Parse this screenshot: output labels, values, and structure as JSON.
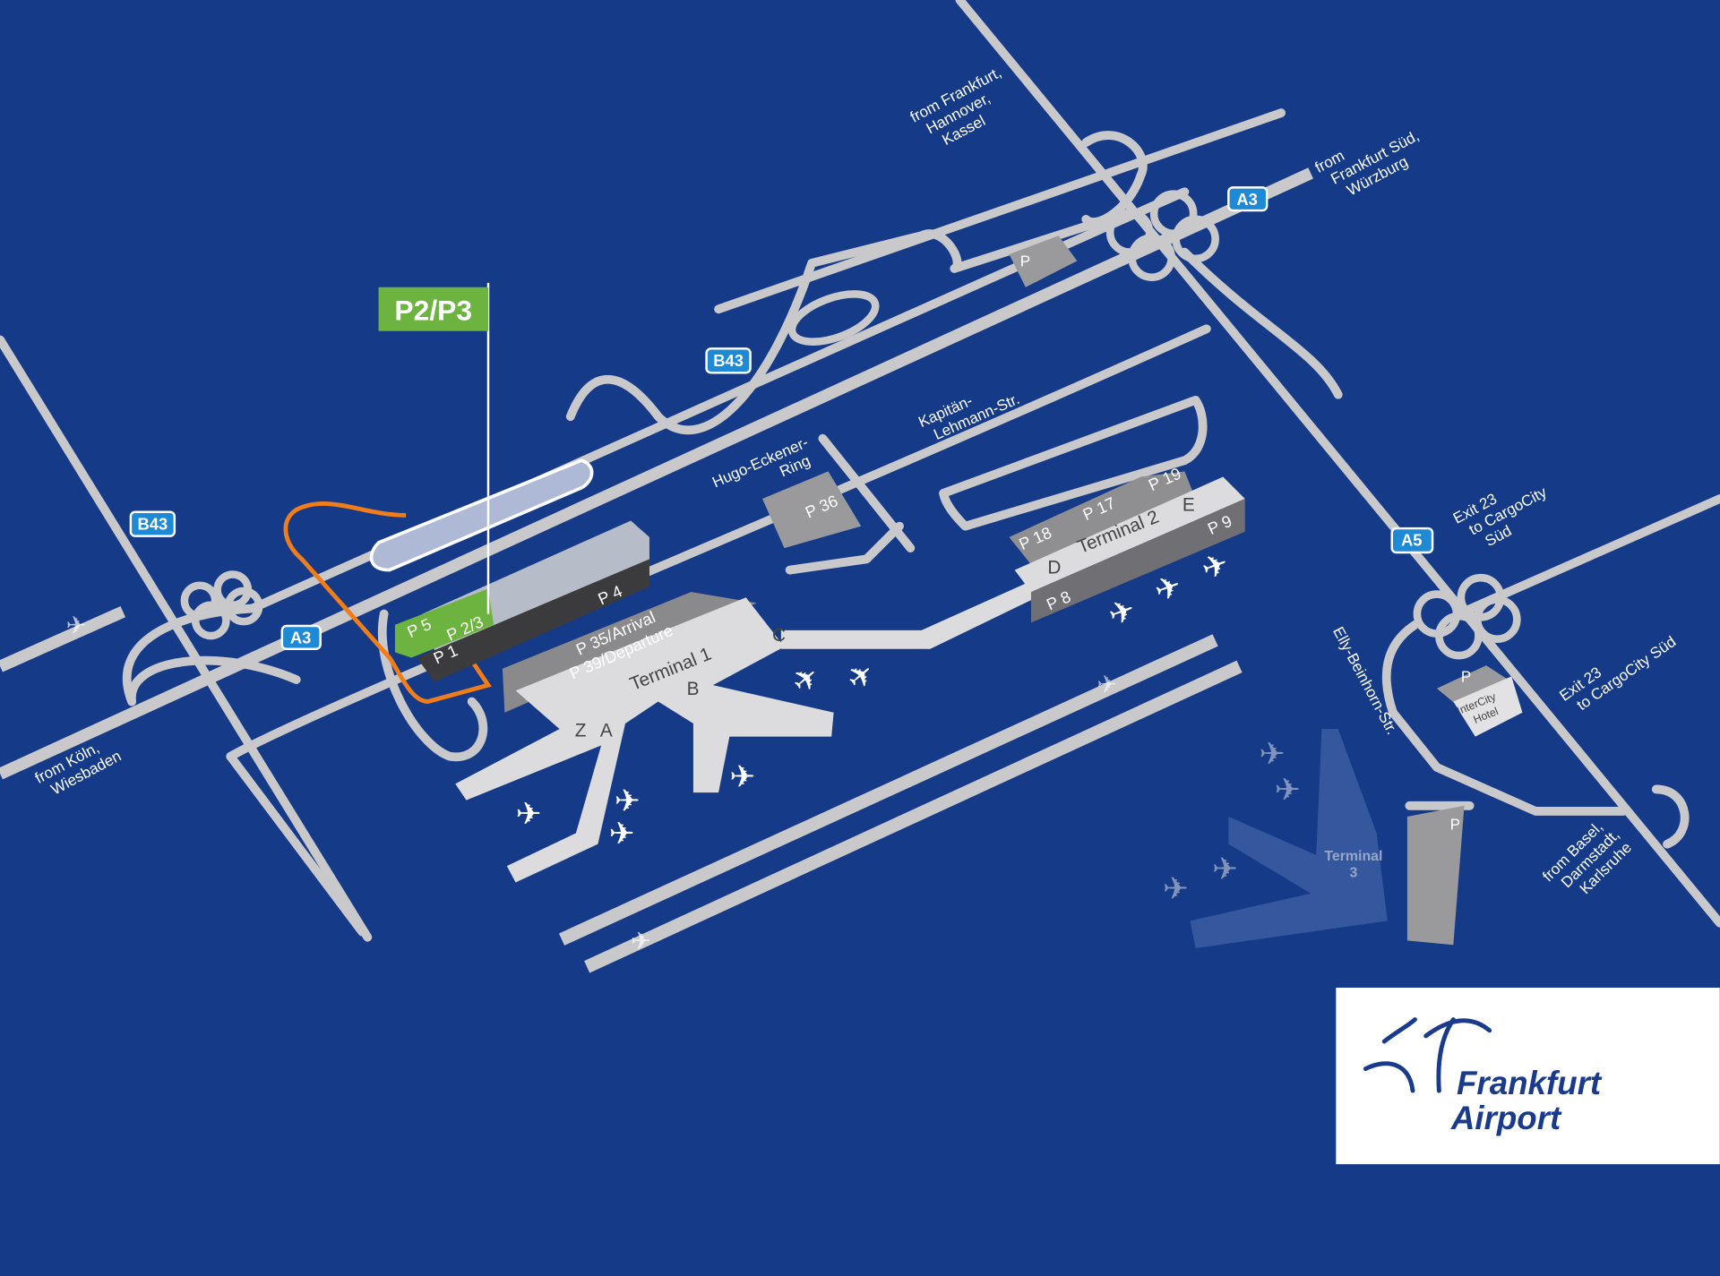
{
  "colors": {
    "background": "#153a88",
    "road": "#c9c9cc",
    "highlight": "#6db33f",
    "route": "#f07d1a",
    "sign": "#1e8ad6",
    "logo": "#1a3b8c"
  },
  "callout": {
    "label": "P2/P3"
  },
  "signs": {
    "a3_left": "A3",
    "a3_right": "A3",
    "b43_left": "B43",
    "b43_mid": "B43",
    "a5": "A5"
  },
  "directions": {
    "north": [
      "from Frankfurt,",
      "Hannover,",
      "Kassel"
    ],
    "east": [
      "from",
      "Frankfurt Süd,",
      "Würzburg"
    ],
    "west": [
      "from Köln,",
      "Wiesbaden"
    ],
    "south": [
      "from Basel,",
      "Darmstadt,",
      "Karlsruhe"
    ],
    "exit_a": [
      "Exit 23",
      "to CargoCity",
      "Süd"
    ],
    "exit_b": [
      "Exit 23",
      "to CargoCity Süd"
    ]
  },
  "streets": {
    "kapitaen": [
      "Kapitän-",
      "Lehmann-Str."
    ],
    "hugo": [
      "Hugo-Eckener-",
      "Ring"
    ],
    "elly": "Elly-Beinhorn-Str."
  },
  "parking": {
    "p1": "P 1",
    "p23": "P 2/3",
    "p4": "P 4",
    "p5": "P 5",
    "p35": "P 35/Arrival",
    "p39": "P 39/Departure",
    "p36": "P 36",
    "p17": "P 17",
    "p18": "P 18",
    "p19": "P 19",
    "p8": "P 8",
    "p9": "P 9",
    "p_north": "P",
    "p_hotel": "P",
    "p_t3": "P"
  },
  "terminals": {
    "t1": "Terminal 1",
    "t2": "Terminal 2",
    "t3": [
      "Terminal",
      "3"
    ]
  },
  "concourses": {
    "a": "A",
    "b": "B",
    "c": "C",
    "d": "D",
    "e": "E",
    "z": "Z"
  },
  "hotel": [
    "InterCity",
    "Hotel"
  ],
  "logo": {
    "line1": "Frankfurt",
    "line2": "Airport"
  }
}
